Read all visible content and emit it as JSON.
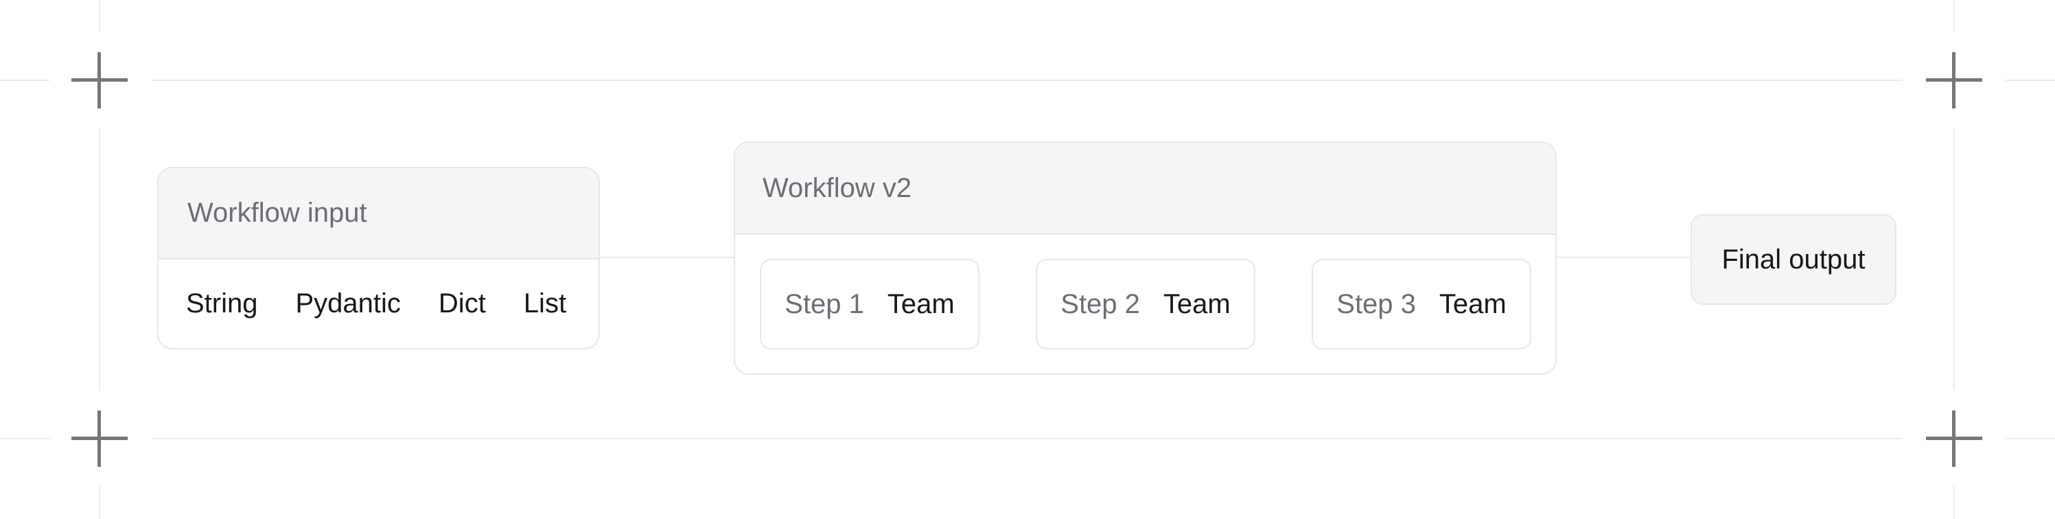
{
  "diagram": {
    "input_node": {
      "title": "Workflow input",
      "items": [
        "String",
        "Pydantic",
        "Dict",
        "List"
      ]
    },
    "workflow_node": {
      "title": "Workflow v2",
      "steps": [
        {
          "label": "Step 1",
          "type": "Team"
        },
        {
          "label": "Step 2",
          "type": "Team"
        },
        {
          "label": "Step 3",
          "type": "Team"
        }
      ]
    },
    "output_node": {
      "label": "Final output"
    }
  },
  "colors": {
    "bg": "#ffffff",
    "guide_line": "#ebebed",
    "crop_mark": "#76767b",
    "node_border": "#e7e7e9",
    "node_header_bg": "#f5f5f5",
    "node_body_bg": "#ffffff",
    "connector": "#e7e7e9",
    "text_muted": "#6b6e76",
    "text_dark": "#17181b"
  }
}
